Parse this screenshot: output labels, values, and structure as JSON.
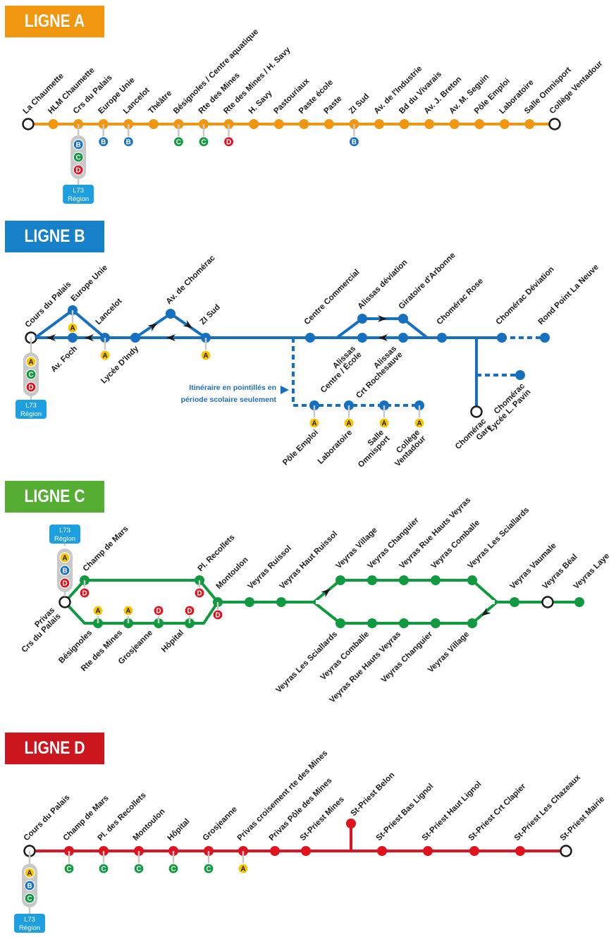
{
  "colors": {
    "ligne_a": "#f0960f",
    "ligne_b": "#1570bf",
    "ligne_c": "#0f9a40",
    "ligne_d": "#e1121f",
    "title_a": "#f0960f",
    "title_b": "#1680c8",
    "title_c": "#55ae33",
    "title_d": "#cc161d",
    "badge_a": "#f7c600",
    "badge_b": "#1570bf",
    "badge_c": "#0f9a40",
    "badge_d": "#e1121f",
    "l73": "#1ea0e0",
    "correspondence_pill": "#c8c8c8",
    "terminus_stroke": "#1a1a1a"
  },
  "lines": [
    {
      "id": "A",
      "title": "LIGNE A",
      "stations": [
        {
          "name": "La Chaumette",
          "terminus": true
        },
        {
          "name": "HLM Chaumette"
        },
        {
          "name": "Crs du Palais",
          "connections": [
            "B",
            "C",
            "D"
          ],
          "l73": true
        },
        {
          "name": "Europe Unie",
          "connections": [
            "B"
          ]
        },
        {
          "name": "Lancelot",
          "connections": [
            "B"
          ]
        },
        {
          "name": "Théâtre"
        },
        {
          "name": "Bésignoles / Centre aquatique",
          "connections": [
            "C"
          ]
        },
        {
          "name": "Rte des Mines",
          "connections": [
            "C"
          ]
        },
        {
          "name": "Rte des Mines / H. Savy",
          "connections": [
            "D"
          ]
        },
        {
          "name": "H. Savy"
        },
        {
          "name": "Pastouriaux"
        },
        {
          "name": "Paste école"
        },
        {
          "name": "Paste"
        },
        {
          "name": "ZI Sud",
          "connections": [
            "B"
          ]
        },
        {
          "name": "Av. de l'Industrie"
        },
        {
          "name": "Bd du Vivarais"
        },
        {
          "name": "Av. J. Breton"
        },
        {
          "name": "Av. M. Seguin"
        },
        {
          "name": "Pôle Emploi"
        },
        {
          "name": "Laboratoire"
        },
        {
          "name": "Salle Omnisport"
        },
        {
          "name": "Collège Ventadour",
          "terminus": true
        }
      ]
    },
    {
      "id": "B",
      "title": "LIGNE B",
      "note": [
        "Itinéraire en pointillés en",
        "période scolaire seulement"
      ],
      "terminus_start": {
        "name": "Cours du Palais",
        "connections": [
          "A",
          "C",
          "D"
        ],
        "l73": true
      },
      "outbound_upper": [
        {
          "name": "Europe Unie",
          "connections": [
            "A"
          ]
        }
      ],
      "inbound_lower": [
        {
          "name": "Av. Foch"
        }
      ],
      "main_stations": [
        {
          "name": "Lancelot",
          "connections": [
            "A"
          ]
        },
        {
          "name": "Lycée D'Indy"
        },
        {
          "name": "Av. de Chomérac",
          "branch": "upper"
        },
        {
          "name": "ZI Sud",
          "connections": [
            "A"
          ]
        },
        {
          "name": "Centre Commercial"
        },
        {
          "name": "Alissas déviation",
          "branch": "upper"
        },
        {
          "name": "Giratoire d'Arbonne",
          "branch": "upper"
        },
        {
          "name": "Alissas Centre / École",
          "branch": "lower"
        },
        {
          "name": "Alissas Crt Rochesauve",
          "branch": "lower"
        },
        {
          "name": "Chomérac Rose"
        },
        {
          "name": "Chomérac Déviation"
        },
        {
          "name": "Rond Point La Neuve",
          "dashed": true
        }
      ],
      "spur_stations": [
        {
          "name": "Chomérac Lycée L. Pavin",
          "dashed": true
        },
        {
          "name": "Chomérac Gare",
          "terminus": true
        }
      ],
      "school_stations": [
        {
          "name": "Pôle Emploi",
          "connections": [
            "A"
          ]
        },
        {
          "name": "Laboratoire",
          "connections": [
            "A"
          ]
        },
        {
          "name": "Salle Omnisport",
          "connections": [
            "A"
          ]
        },
        {
          "name": "Collège Ventadour",
          "connections": [
            "A"
          ]
        }
      ]
    },
    {
      "id": "C",
      "title": "LIGNE C",
      "terminus_start": {
        "name": "Privas Crs du Palais",
        "connections": [
          "A",
          "B",
          "D"
        ],
        "l73": true
      },
      "upper_loop": [
        {
          "name": "Champ de Mars",
          "connections": [
            "D"
          ]
        },
        {
          "name": "Pl. Recollets",
          "connections": [
            "D"
          ]
        }
      ],
      "lower_loop": [
        {
          "name": "Bésignoles",
          "connections": [
            "A"
          ]
        },
        {
          "name": "Rte des Mines",
          "connections": [
            "A"
          ]
        },
        {
          "name": "Grosjeanne",
          "connections": [
            "D"
          ]
        },
        {
          "name": "Hôpital",
          "connections": [
            "D"
          ]
        }
      ],
      "main_stations": [
        {
          "name": "Montoulon",
          "connections": [
            "D"
          ]
        },
        {
          "name": "Veyras Ruissol"
        },
        {
          "name": "Veyras Haut Ruissol"
        }
      ],
      "veyras_upper": [
        {
          "name": "Veyras Village"
        },
        {
          "name": "Veyras Changuier"
        },
        {
          "name": "Veyras Rue Hauts Veyras"
        },
        {
          "name": "Veyras Comballe"
        },
        {
          "name": "Veyras Les Sciallards"
        }
      ],
      "veyras_lower": [
        {
          "name": "Veyras Les Sciallards"
        },
        {
          "name": "Veyras Comballe"
        },
        {
          "name": "Veyras Rue Hauts Veyras"
        },
        {
          "name": "Veyras Changuier"
        },
        {
          "name": "Veyras Village"
        }
      ],
      "end_stations": [
        {
          "name": "Veyras Vaumale"
        },
        {
          "name": "Veyras Béal",
          "terminus": true
        },
        {
          "name": "Veyras Laye"
        }
      ]
    },
    {
      "id": "D",
      "title": "LIGNE D",
      "stations": [
        {
          "name": "Cours du Palais",
          "terminus": true,
          "connections": [
            "A",
            "B",
            "C"
          ],
          "l73": true
        },
        {
          "name": "Champ de Mars",
          "connections": [
            "C"
          ]
        },
        {
          "name": "Pl. des Recollets",
          "connections": [
            "C"
          ]
        },
        {
          "name": "Montoulon",
          "connections": [
            "C"
          ]
        },
        {
          "name": "Hôpital",
          "connections": [
            "C"
          ]
        },
        {
          "name": "Grosjeanne",
          "connections": [
            "C"
          ]
        },
        {
          "name": "Privas croisement rte des Mines",
          "connections": [
            "A"
          ]
        },
        {
          "name": "Privas Pôle des Mines"
        },
        {
          "name": "St-Priest Mines"
        },
        {
          "name": "St-Priest Belon",
          "spur": true
        },
        {
          "name": "St-Priest Bas Lignol"
        },
        {
          "name": "St-Priest Haut Lignol"
        },
        {
          "name": "St-Priest Crt Clapier"
        },
        {
          "name": "St-Priest Les Chazeaux"
        },
        {
          "name": "St-Priest Mairie",
          "terminus": true
        }
      ]
    }
  ],
  "l73_label": [
    "L73",
    "Région"
  ]
}
